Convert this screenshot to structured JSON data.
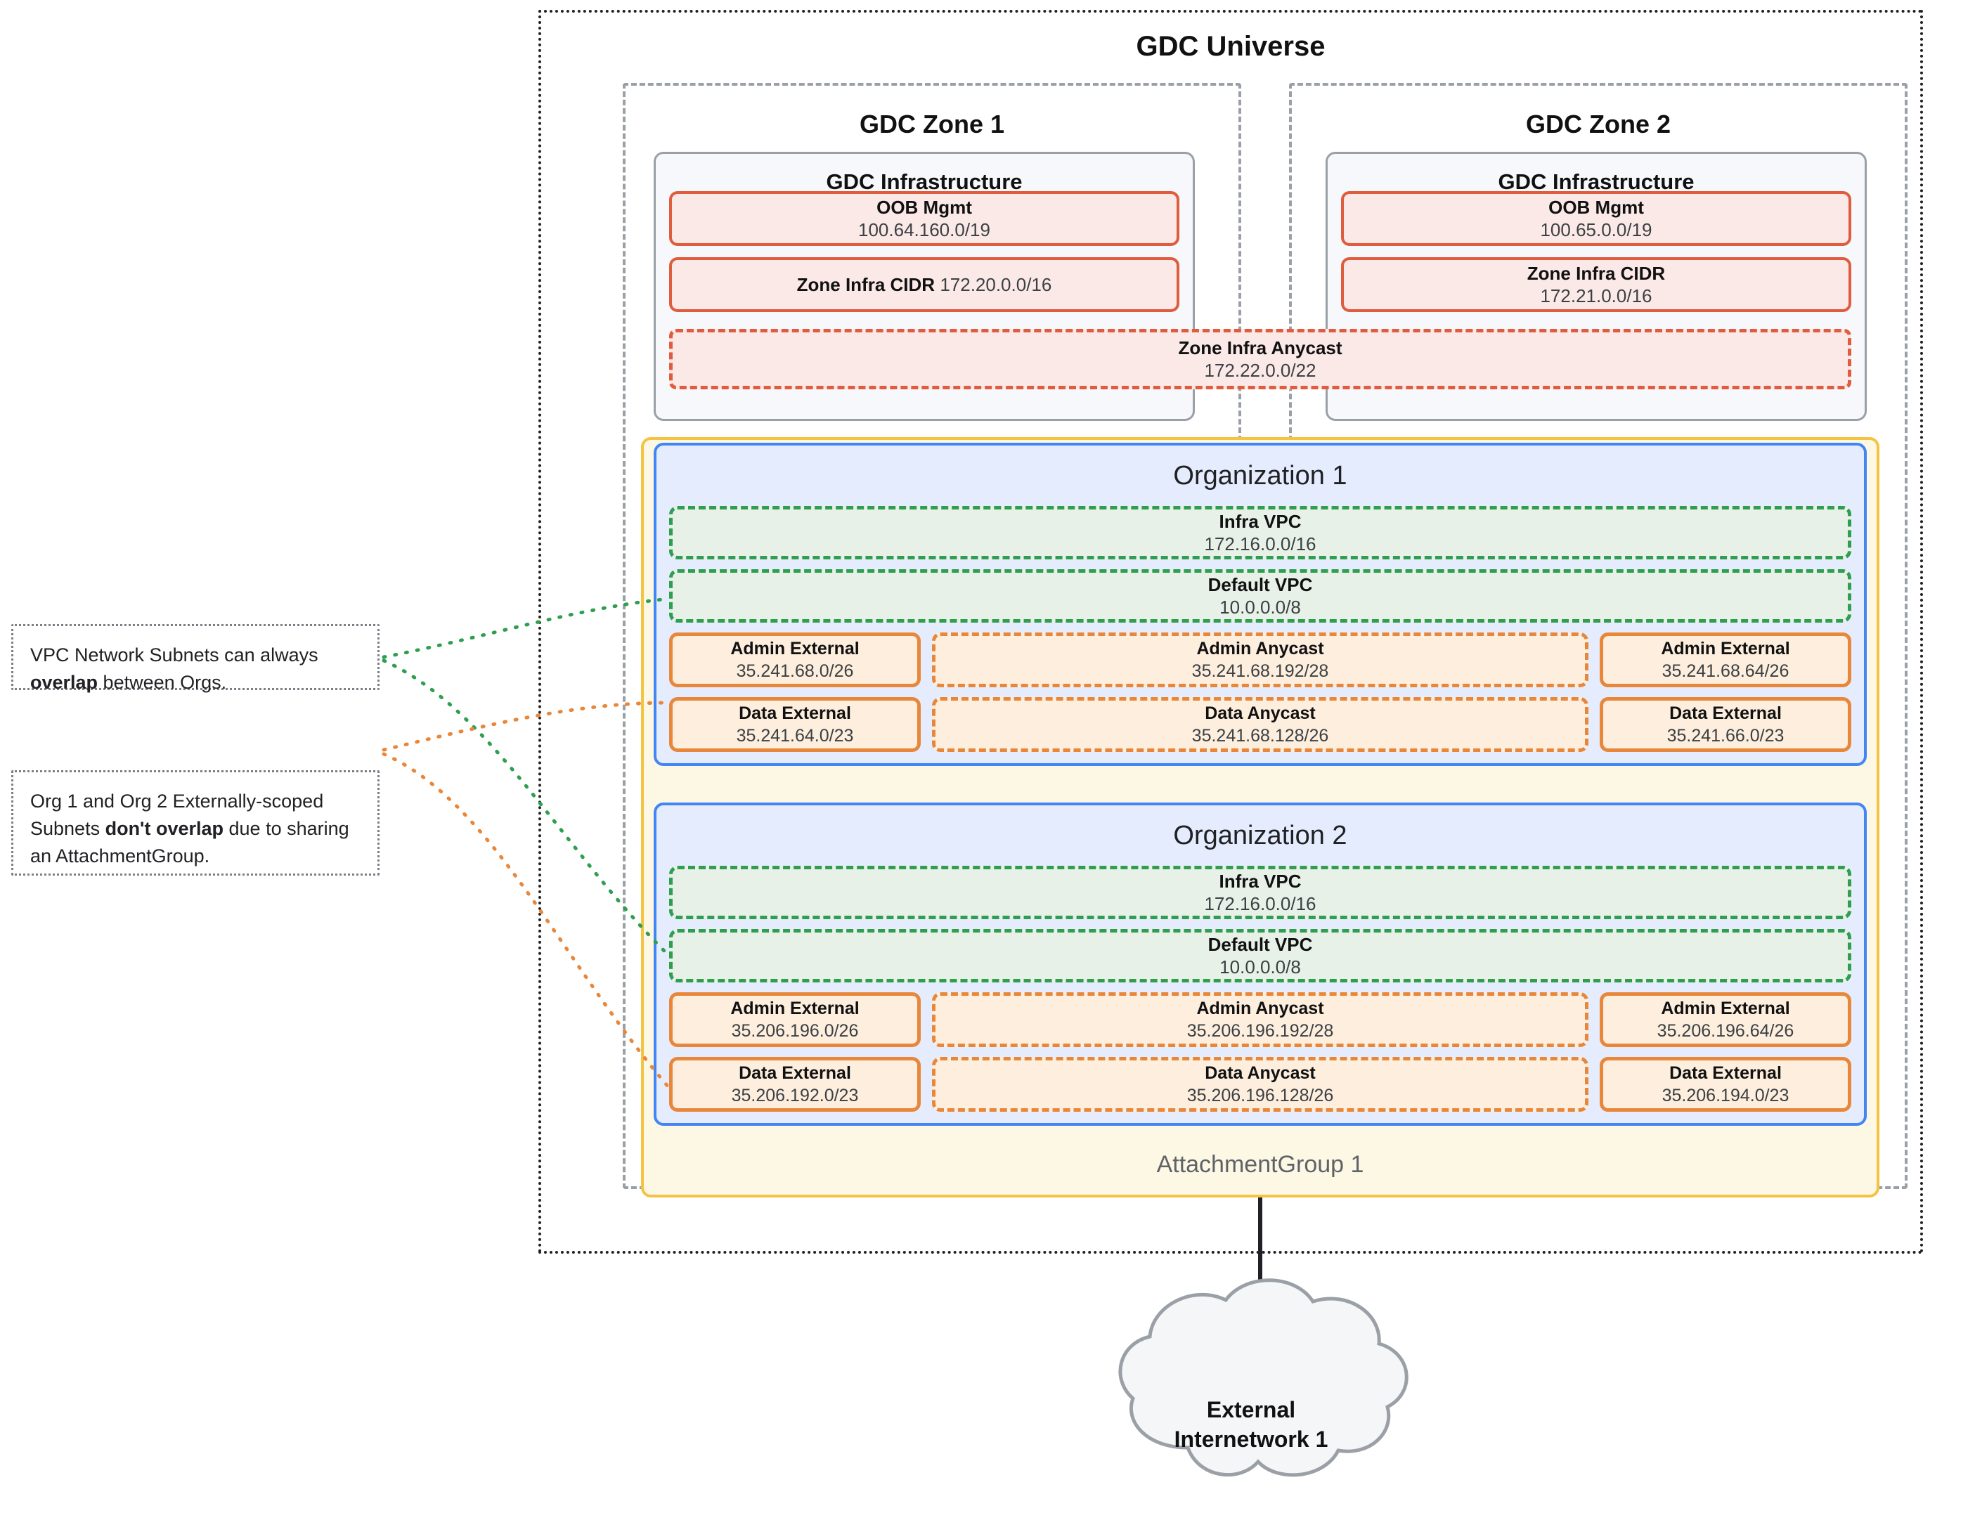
{
  "diagram": {
    "universe_title": "GDC Universe",
    "zones": [
      {
        "title": "GDC Zone 1",
        "infra_title": "GDC Infrastructure",
        "oob": {
          "label": "OOB Mgmt",
          "cidr": "100.64.160.0/19"
        },
        "zone_infra": {
          "label": "Zone Infra CIDR",
          "cidr": "172.20.0.0/16",
          "inline": true
        }
      },
      {
        "title": "GDC Zone 2",
        "infra_title": "GDC Infrastructure",
        "oob": {
          "label": "OOB Mgmt",
          "cidr": "100.65.0.0/19"
        },
        "zone_infra": {
          "label": "Zone Infra CIDR",
          "cidr": "172.21.0.0/16",
          "inline": false
        }
      }
    ],
    "zone_anycast": {
      "label": "Zone Infra Anycast",
      "cidr": "172.22.0.0/22"
    },
    "attachment_group": {
      "label": "AttachmentGroup 1"
    },
    "organizations": [
      {
        "title": "Organization 1",
        "infra_vpc": {
          "label": "Infra VPC",
          "cidr": "172.16.0.0/16"
        },
        "default_vpc": {
          "label": "Default VPC",
          "cidr": "10.0.0.0/8"
        },
        "admin_external_left": {
          "label": "Admin External",
          "cidr": "35.241.68.0/26"
        },
        "admin_anycast": {
          "label": "Admin Anycast",
          "cidr": "35.241.68.192/28"
        },
        "admin_external_right": {
          "label": "Admin External",
          "cidr": "35.241.68.64/26"
        },
        "data_external_left": {
          "label": "Data External",
          "cidr": "35.241.64.0/23"
        },
        "data_anycast": {
          "label": "Data Anycast",
          "cidr": "35.241.68.128/26"
        },
        "data_external_right": {
          "label": "Data External",
          "cidr": "35.241.66.0/23"
        }
      },
      {
        "title": "Organization 2",
        "infra_vpc": {
          "label": "Infra VPC",
          "cidr": "172.16.0.0/16"
        },
        "default_vpc": {
          "label": "Default VPC",
          "cidr": "10.0.0.0/8"
        },
        "admin_external_left": {
          "label": "Admin External",
          "cidr": "35.206.196.0/26"
        },
        "admin_anycast": {
          "label": "Admin Anycast",
          "cidr": "35.206.196.192/28"
        },
        "admin_external_right": {
          "label": "Admin External",
          "cidr": "35.206.196.64/26"
        },
        "data_external_left": {
          "label": "Data External",
          "cidr": "35.206.192.0/23"
        },
        "data_anycast": {
          "label": "Data Anycast",
          "cidr": "35.206.196.128/26"
        },
        "data_external_right": {
          "label": "Data External",
          "cidr": "35.206.194.0/23"
        }
      }
    ],
    "notes": [
      {
        "id": "overlap",
        "parts": [
          {
            "text": "VPC Network Subnets can always ",
            "bold": false
          },
          {
            "text": "overlap",
            "bold": true
          },
          {
            "text": " between Orgs.",
            "bold": false
          }
        ]
      },
      {
        "id": "no-overlap",
        "parts": [
          {
            "text": "Org 1 and Org 2 Externally-scoped Subnets ",
            "bold": false
          },
          {
            "text": "don't overlap",
            "bold": true
          },
          {
            "text": " due to sharing an AttachmentGroup.",
            "bold": false
          }
        ]
      }
    ],
    "external_network": {
      "line1": "External",
      "line2": "Internetwork 1"
    },
    "colors": {
      "universe_border": "#202124",
      "zone_border": "#9aa0a6",
      "infra_fill": "#f6f8fb",
      "infra_border": "#9aa0a6",
      "red_border": "#e05c3e",
      "red_fill": "#fbe9e7",
      "org_border": "#4285f4",
      "org_fill": "#e4ecfd",
      "attachment_border": "#f5c343",
      "attachment_fill": "#fdf8e4",
      "vpc_border": "#2f9e4f",
      "vpc_fill": "#e7f1e8",
      "subnet_border": "#e8873a",
      "subnet_fill": "#fdeede",
      "note_connector_green": "#2f9e4f",
      "note_connector_orange": "#e8873a",
      "cloud_fill": "#f4f6f8",
      "cloud_border": "#9aa0a6"
    }
  }
}
